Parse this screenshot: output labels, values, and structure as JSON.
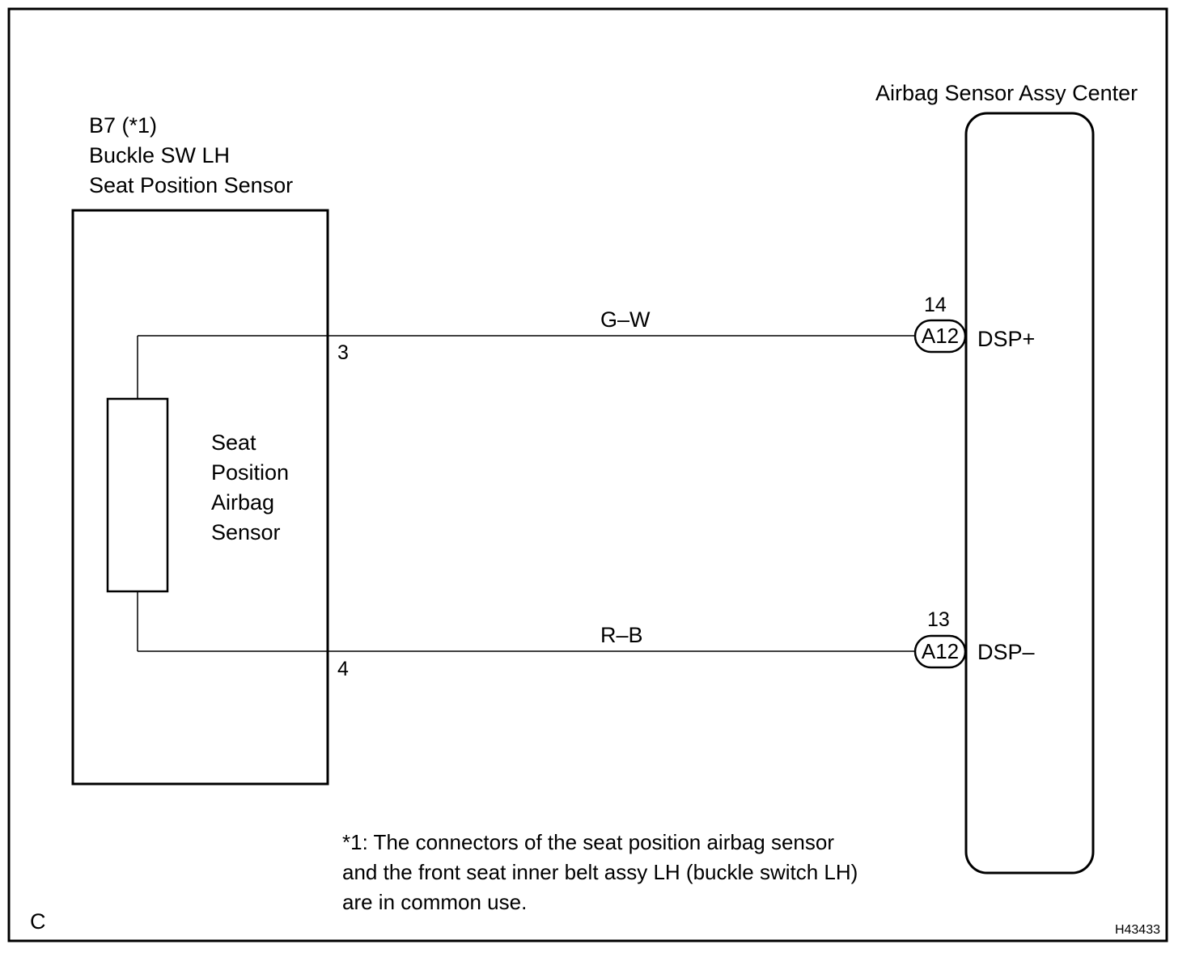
{
  "frame": {
    "corner_code": "C",
    "figure_id": "H43433"
  },
  "left_component": {
    "connector_code": "B7 (*1)",
    "line2": "Buckle SW LH",
    "line3": "Seat Position Sensor",
    "inner_label": [
      "Seat",
      "Position",
      "Airbag",
      "Sensor"
    ]
  },
  "right_component": {
    "title": "Airbag Sensor Assy Center"
  },
  "wires": [
    {
      "from_pin": "3",
      "color_code": "G–W",
      "to_pin": "14",
      "connector": "A12",
      "terminal": "DSP+"
    },
    {
      "from_pin": "4",
      "color_code": "R–B",
      "to_pin": "13",
      "connector": "A12",
      "terminal": "DSP–"
    }
  ],
  "footnote": [
    "*1: The connectors of the seat position airbag sensor",
    "and the front seat inner belt assy LH (buckle switch LH)",
    "are in common use."
  ],
  "colors": {
    "line": "#000000",
    "background": "#ffffff"
  }
}
